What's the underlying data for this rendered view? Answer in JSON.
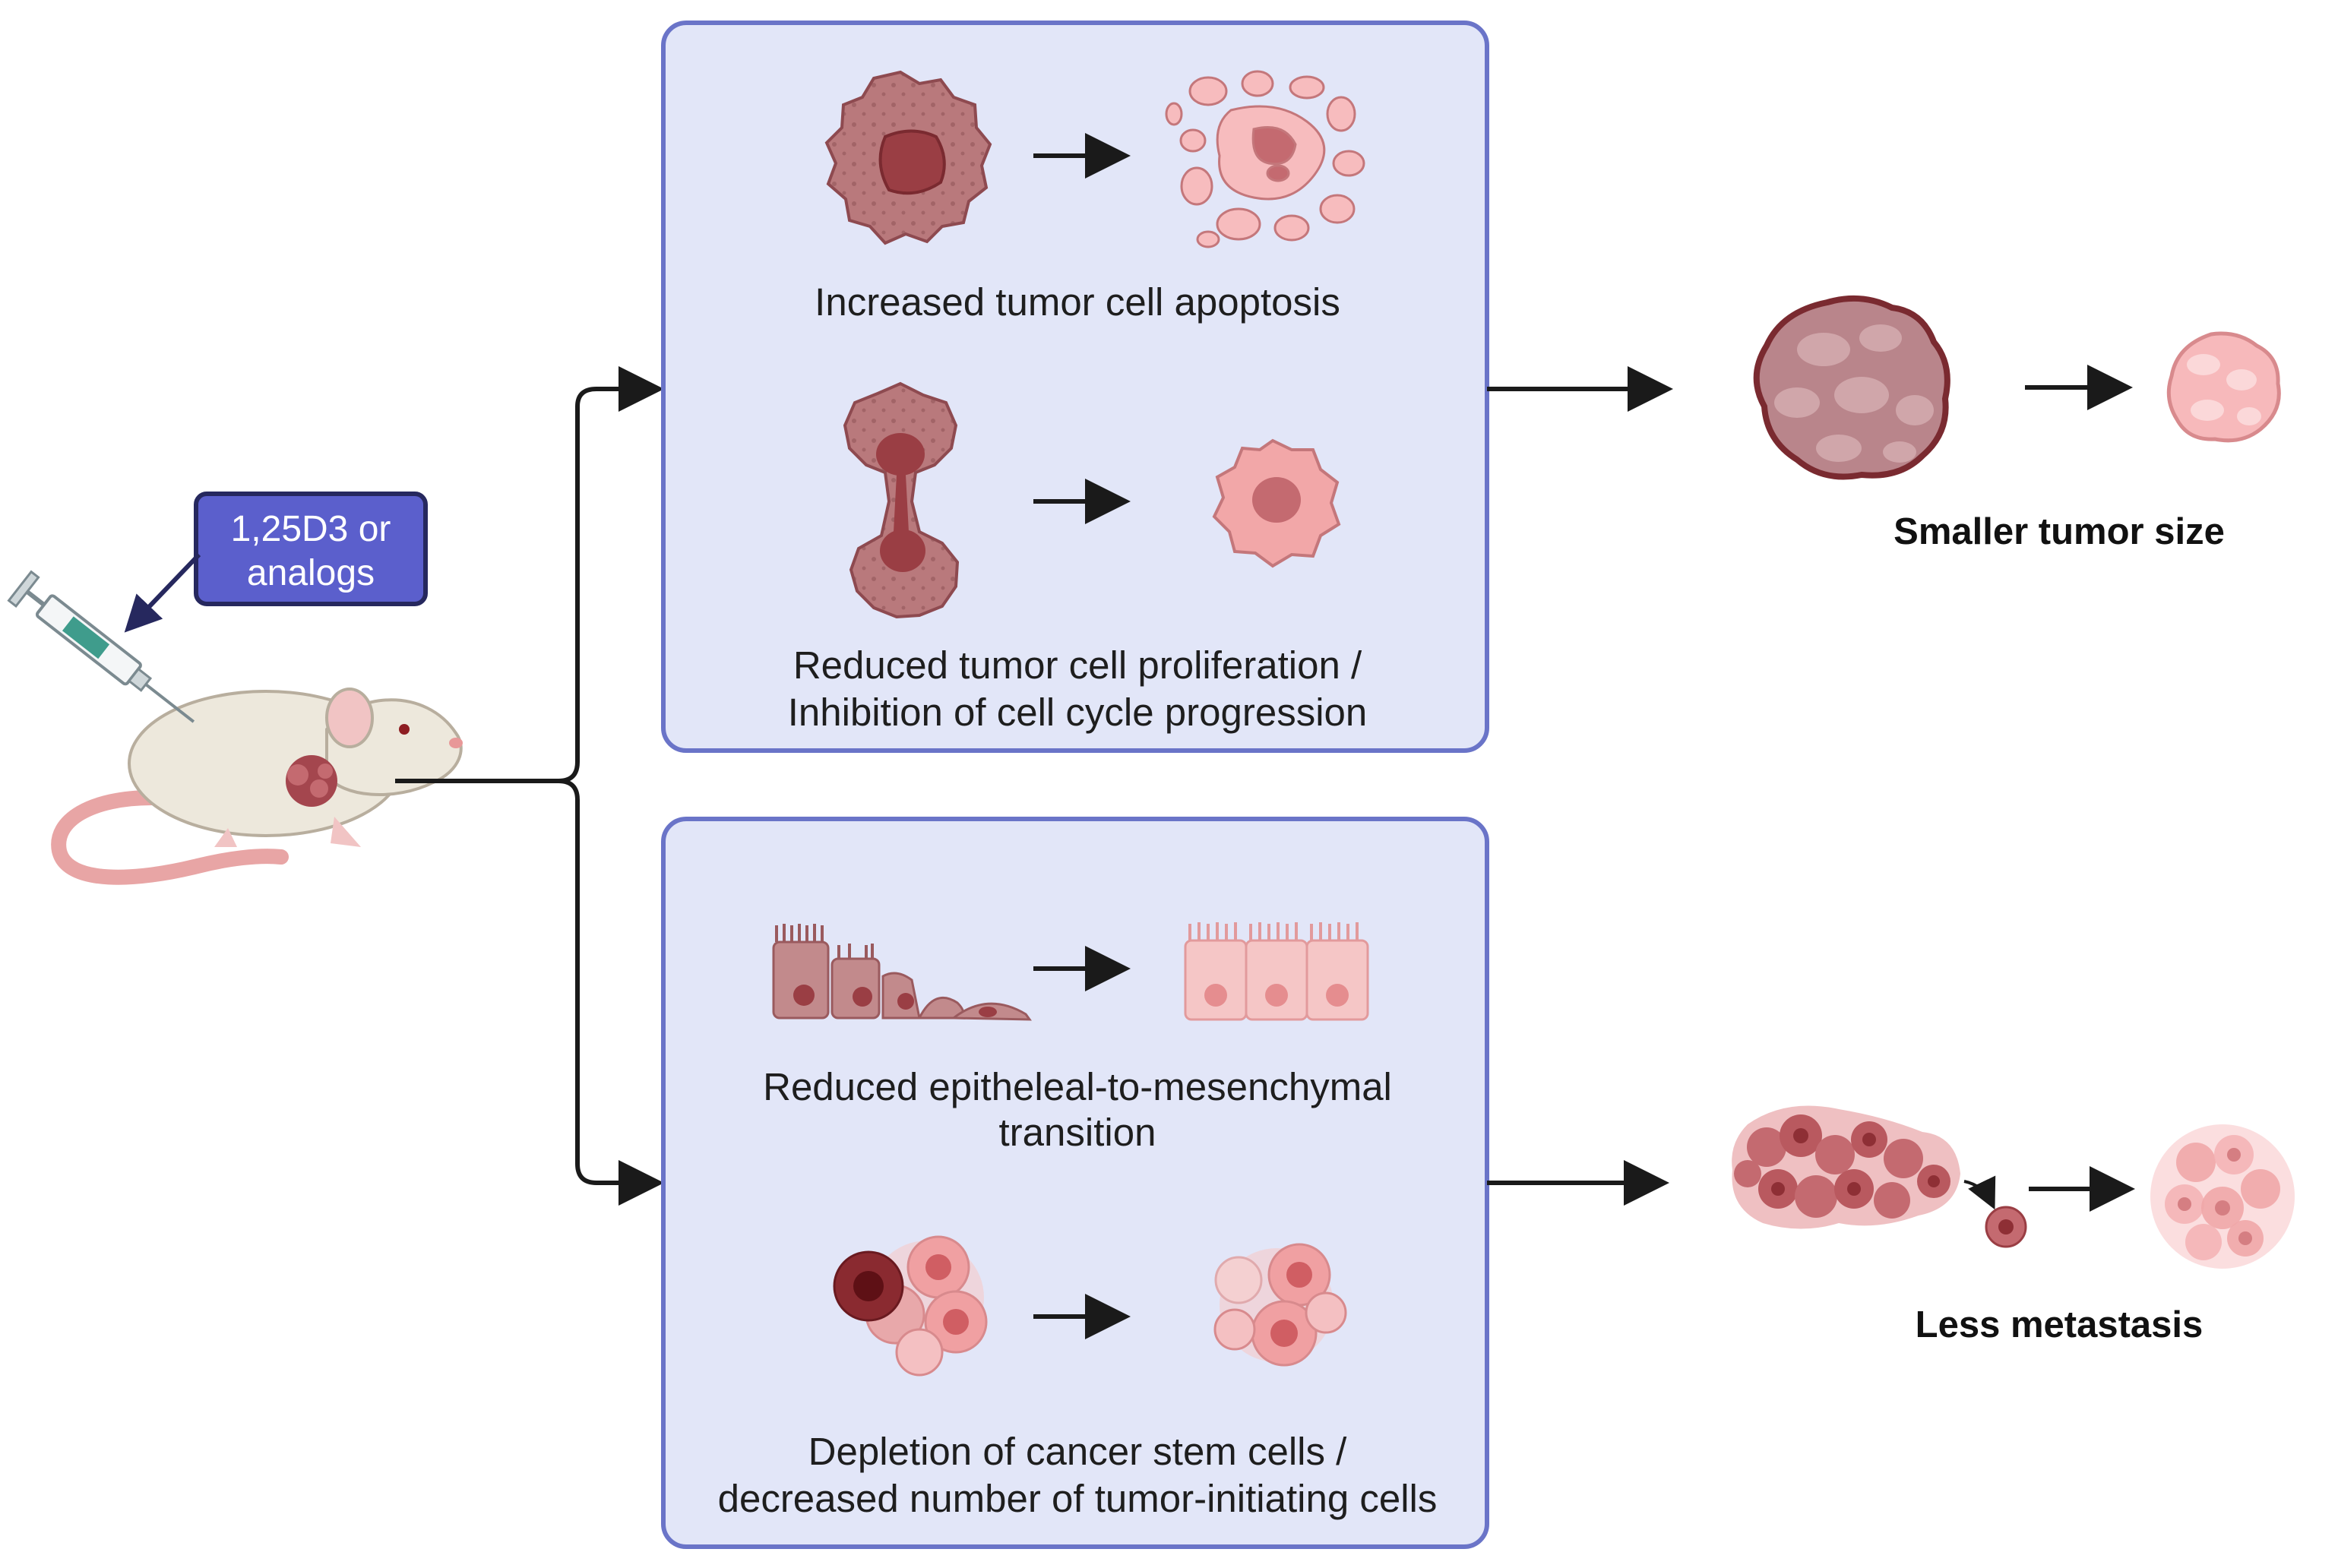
{
  "treatment": {
    "badge_line1": "1,25D3 or",
    "badge_line2": "analogs"
  },
  "panel_top": {
    "apoptosis": "Increased tumor cell apoptosis",
    "proliferation_line1": "Reduced tumor cell proliferation /",
    "proliferation_line2": "Inhibition of cell cycle progression"
  },
  "panel_bottom": {
    "emt_line1": "Reduced epitheleal-to-mesenchymal",
    "emt_line2": "transition",
    "stem_line1": "Depletion of cancer stem cells /",
    "stem_line2": "decreased number of tumor-initiating cells"
  },
  "outcomes": {
    "tumor_size": "Smaller tumor size",
    "metastasis": "Less metastasis"
  },
  "colors": {
    "panel_fill": "#e2e6f8",
    "panel_border": "#6a74c8",
    "badge_fill": "#5b5fcc",
    "badge_border": "#26285e",
    "cell_dark": "#b9797c",
    "cell_light": "#f7bcbe",
    "nucleus_dark": "#9a3e44",
    "arrow": "#1a1a1a"
  }
}
